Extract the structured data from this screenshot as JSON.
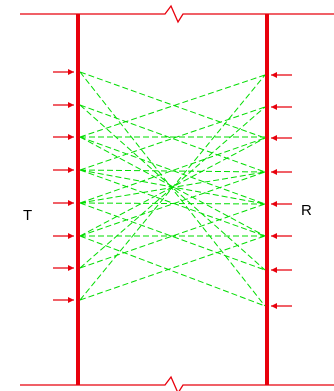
{
  "diagram": {
    "transmitter_label": "T",
    "receiver_label": "R",
    "colors": {
      "structure": "#e8000c",
      "paths": "#00dd00",
      "labels": "#000000",
      "background": "#ffffff"
    },
    "transmitter_arrow_count": 8,
    "receiver_arrow_count": 8
  }
}
